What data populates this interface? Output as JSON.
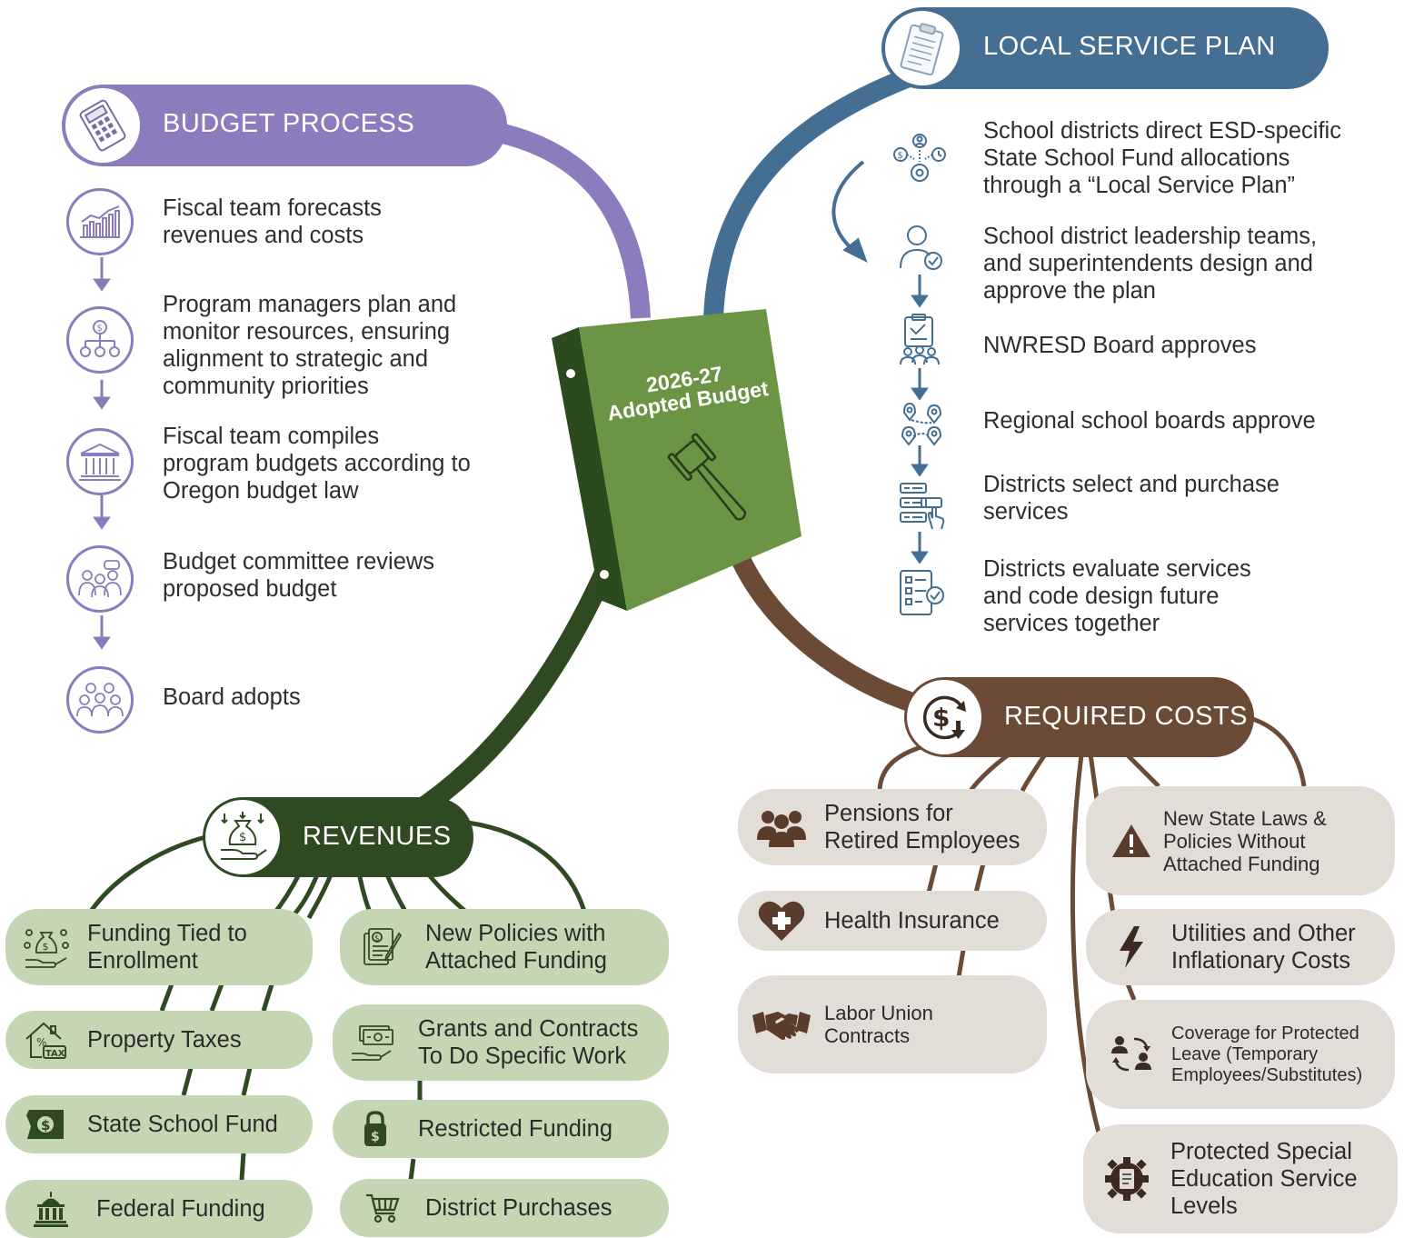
{
  "center": {
    "line1": "2026-27",
    "line2": "Adopted Budget"
  },
  "budget_process": {
    "title": "BUDGET PROCESS",
    "steps": [
      {
        "text": "Fiscal team forecasts revenues and costs",
        "icon": "bar-chart-icon"
      },
      {
        "text": "Program managers plan and monitor resources, ensuring alignment to strategic and community priorities",
        "icon": "org-chart-dollar-icon"
      },
      {
        "text": "Fiscal team compiles program budgets according to Oregon budget law",
        "icon": "government-building-icon"
      },
      {
        "text": "Budget committee reviews proposed budget",
        "icon": "committee-icon"
      },
      {
        "text": "Board adopts",
        "icon": "board-group-icon"
      }
    ],
    "color": "#8c7bbd"
  },
  "local_service_plan": {
    "title": "LOCAL SERVICE PLAN",
    "steps": [
      {
        "text": "School districts direct ESD-specific State School Fund allocations through a “Local Service Plan”",
        "icon": "money-gears-icon"
      },
      {
        "text": "School district leadership teams, and superintendents design and approve the plan",
        "icon": "person-check-icon"
      },
      {
        "text": "NWRESD Board approves",
        "icon": "clipboard-group-icon"
      },
      {
        "text": "Regional school boards approve",
        "icon": "map-pins-icon"
      },
      {
        "text": "Districts select and purchase services",
        "icon": "select-list-icon"
      },
      {
        "text": "Districts evaluate services and code design future services together",
        "icon": "evaluate-checklist-icon"
      }
    ],
    "color": "#456e93"
  },
  "revenues": {
    "title": "REVENUES",
    "items": [
      {
        "text": "Funding Tied to Enrollment",
        "icon": "money-bag-students-icon"
      },
      {
        "text": "Property Taxes",
        "icon": "house-tax-icon"
      },
      {
        "text": "State School Fund",
        "icon": "oregon-dollar-icon"
      },
      {
        "text": "Federal Funding",
        "icon": "capitol-icon"
      },
      {
        "text": "New Policies with Attached Funding",
        "icon": "policy-document-icon"
      },
      {
        "text": "Grants and Contracts To Do Specific Work",
        "icon": "cash-hand-icon"
      },
      {
        "text": "Restricted Funding",
        "icon": "lock-dollar-icon"
      },
      {
        "text": "District Purchases",
        "icon": "shopping-cart-icon"
      }
    ],
    "color": "#2f4a22"
  },
  "required_costs": {
    "title": "REQUIRED COSTS",
    "items": [
      {
        "text": "Pensions for Retired Employees",
        "icon": "people-group-icon"
      },
      {
        "text": "Health Insurance",
        "icon": "heart-plus-icon"
      },
      {
        "text": "Labor Union Contracts",
        "icon": "handshake-icon"
      },
      {
        "text": "New State Laws & Policies Without Attached Funding",
        "icon": "warning-icon"
      },
      {
        "text": "Utilities and Other Inflationary Costs",
        "icon": "lightning-icon"
      },
      {
        "text": "Coverage for Protected Leave (Temporary Employees/Substitutes)",
        "icon": "swap-people-icon"
      },
      {
        "text": "Protected Special Education Service Levels",
        "icon": "gear-clipboard-icon"
      }
    ],
    "color": "#6b4a36"
  }
}
